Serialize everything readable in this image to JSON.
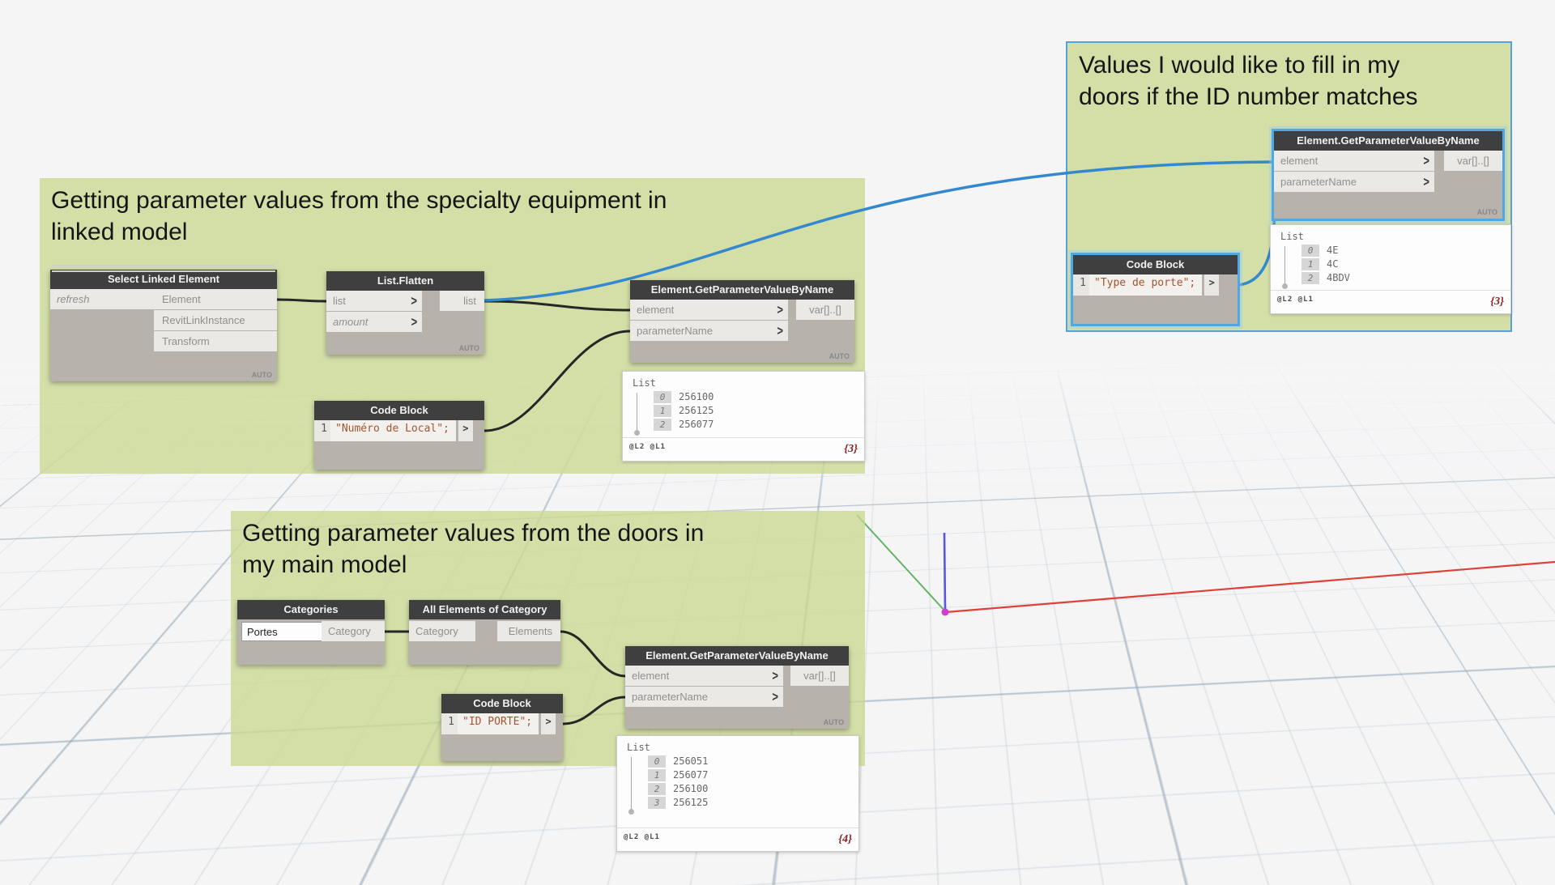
{
  "colors": {
    "group_fill": "#cdd893",
    "group_selected_border": "#58a0d5",
    "wire": "#262626",
    "wire_selected": "#3488cf",
    "node_header_bg": "#3f3f3f",
    "node_body_bg": "#b7b3ac",
    "port_chip_bg": "#ebe9e5",
    "code_text": "#a5542f",
    "count_text": "#8b1f1f",
    "axis_x": "#e04038",
    "axis_y": "#46a84c",
    "axis_z": "#3b3bdc",
    "origin": "#cc3fcf"
  },
  "groups": {
    "linked": {
      "lines": [
        "Getting parameter values from the specialty equipment in",
        "linked model"
      ]
    },
    "doors": {
      "lines": [
        "Getting parameter values from the doors in",
        "my main model"
      ]
    },
    "values": {
      "lines": [
        "Values I would like to fill in my",
        "doors if the ID number matches"
      ]
    }
  },
  "nodes": {
    "select_linked": {
      "title": "Select Linked Element",
      "inputs": {
        "refresh": "refresh"
      },
      "outputs": {
        "element": "Element",
        "rli": "RevitLinkInstance",
        "transform": "Transform"
      },
      "lacing": "AUTO"
    },
    "flatten": {
      "title": "List.Flatten",
      "inputs": {
        "list": "list",
        "amount": "amount"
      },
      "outputs": {
        "list": "list"
      },
      "lacing": "AUTO"
    },
    "code_local": {
      "title": "Code Block",
      "line": "1",
      "code": "\"Numéro de Local\";",
      "out": ">"
    },
    "getparam_linked": {
      "title": "Element.GetParameterValueByName",
      "inputs": {
        "element": "element",
        "param": "parameterName"
      },
      "outputs": {
        "var": "var[]..[]"
      },
      "lacing": "AUTO"
    },
    "categories": {
      "title": "Categories",
      "selected": "Portes",
      "outputs": {
        "category": "Category"
      }
    },
    "all_elements": {
      "title": "All Elements of Category",
      "inputs": {
        "category": "Category"
      },
      "outputs": {
        "elements": "Elements"
      }
    },
    "code_idporte": {
      "title": "Code Block",
      "line": "1",
      "code": "\"ID PORTE\";",
      "out": ">"
    },
    "getparam_doors": {
      "title": "Element.GetParameterValueByName",
      "inputs": {
        "element": "element",
        "param": "parameterName"
      },
      "outputs": {
        "var": "var[]..[]"
      },
      "lacing": "AUTO"
    },
    "code_typeporte": {
      "title": "Code Block",
      "line": "1",
      "code": "\"Type de porte\";",
      "out": ">"
    },
    "getparam_values": {
      "title": "Element.GetParameterValueByName",
      "inputs": {
        "element": "element",
        "param": "parameterName"
      },
      "outputs": {
        "var": "var[]..[]"
      },
      "lacing": "AUTO"
    }
  },
  "watches": {
    "linked": {
      "header": "List",
      "rows": [
        [
          "0",
          "256100"
        ],
        [
          "1",
          "256125"
        ],
        [
          "2",
          "256077"
        ]
      ],
      "levels": "@L2 @L1",
      "count": "{3}"
    },
    "doors": {
      "header": "List",
      "rows": [
        [
          "0",
          "256051"
        ],
        [
          "1",
          "256077"
        ],
        [
          "2",
          "256100"
        ],
        [
          "3",
          "256125"
        ]
      ],
      "levels": "@L2 @L1",
      "count": "{4}"
    },
    "values": {
      "header": "List",
      "rows": [
        [
          "0",
          "4E"
        ],
        [
          "1",
          "4C"
        ],
        [
          "2",
          "4BDV"
        ]
      ],
      "levels": "@L2 @L1",
      "count": "{3}"
    }
  },
  "icons": {
    "chevron_down": "▾",
    "port_arrow": ">"
  }
}
